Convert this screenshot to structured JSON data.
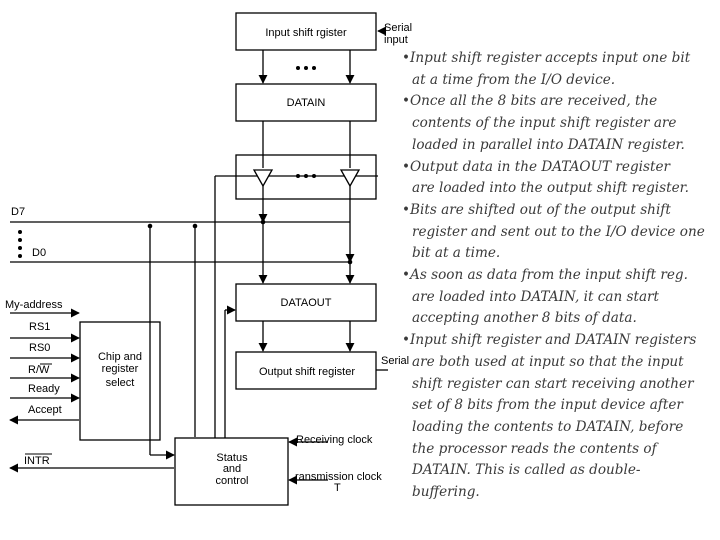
{
  "blocks": {
    "input_shift_register": "Input shift rgister",
    "datain": "DATAIN",
    "dataout": "DATAOUT",
    "output_shift_register": "Output shift register",
    "chip_select": [
      "Chip and",
      "register",
      "select"
    ],
    "status_control": [
      "Status",
      "and",
      "control"
    ]
  },
  "signals": {
    "serial_input": [
      "Serial",
      "input"
    ],
    "serial_output": "Serial",
    "d7": "D7",
    "d0": "D0",
    "my_address": "My-address",
    "rs1": "RS1",
    "rs0": "RS0",
    "rw": "R/W",
    "ready": "Ready",
    "accept": "Accept",
    "intr": "INTR",
    "receiving_clock": "Receiving clock",
    "transmission_clock": [
      "ransmission clock",
      "T"
    ]
  },
  "notes": [
    [
      "•Input shift register accepts input one bit",
      "at a time from the I/O device."
    ],
    [
      "•Once all the 8 bits are received, the",
      "contents of the input shift register are",
      "loaded in parallel into DATAIN register."
    ],
    [
      "•Output data in the DATAOUT register",
      "are loaded into the output shift register."
    ],
    [
      "•Bits are shifted out of the output shift",
      "register and sent out to the I/O device one",
      "bit at a time."
    ],
    [
      "•As soon as data from the input shift reg.",
      "are loaded into DATAIN, it can start",
      "accepting another 8 bits of data."
    ],
    [
      "•Input shift register and DATAIN registers",
      "are both used at input so that the input",
      "shift register can start receiving another",
      "set of 8 bits from the input device after",
      "loading the contents to DATAIN, before",
      "the processor reads the contents of",
      "DATAIN. This is called as double-",
      "buffering."
    ]
  ]
}
